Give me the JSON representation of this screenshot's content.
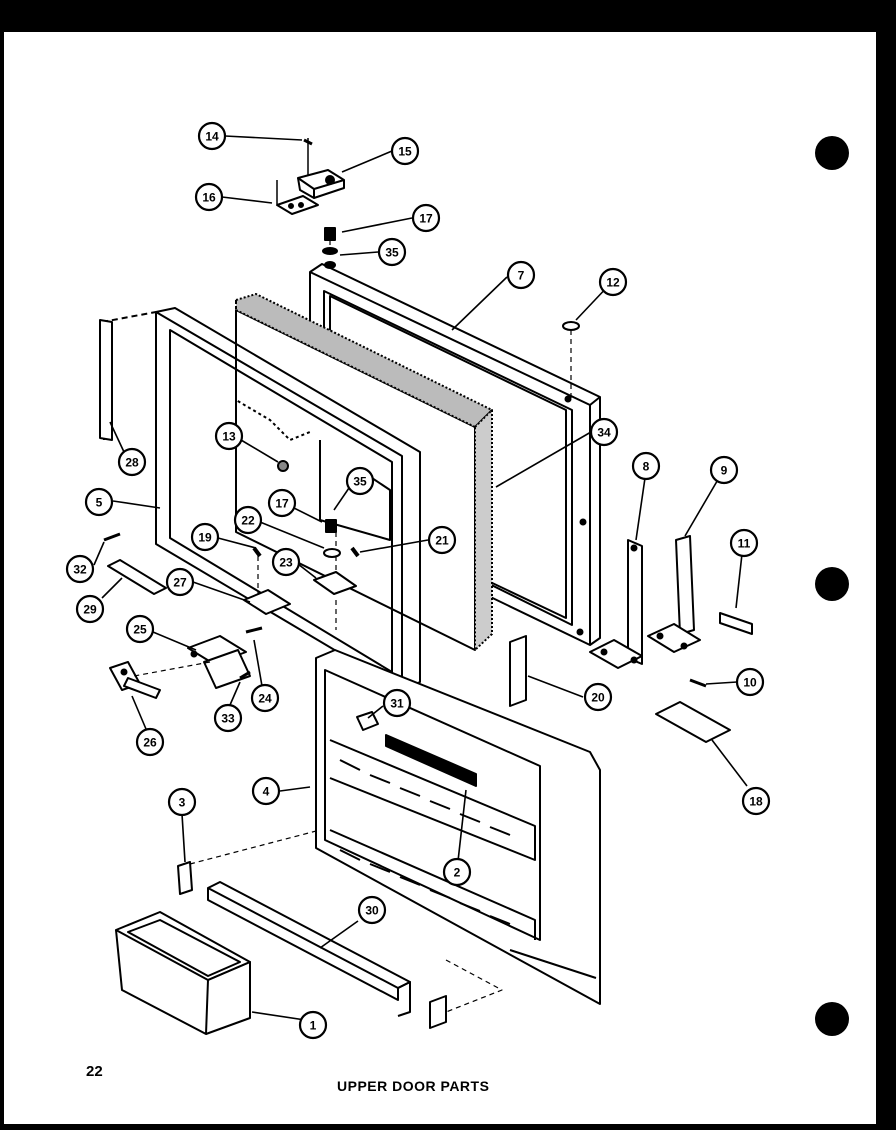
{
  "page": {
    "number": "22",
    "title": "UPPER DOOR PARTS"
  },
  "colors": {
    "paper": "#ffffff",
    "ink": "#000000",
    "border": "#000000"
  },
  "callouts": [
    {
      "label": "1"
    },
    {
      "label": "2"
    },
    {
      "label": "3"
    },
    {
      "label": "4"
    },
    {
      "label": "5"
    },
    {
      "label": "7"
    },
    {
      "label": "8"
    },
    {
      "label": "9"
    },
    {
      "label": "10"
    },
    {
      "label": "11"
    },
    {
      "label": "12"
    },
    {
      "label": "13"
    },
    {
      "label": "14"
    },
    {
      "label": "15"
    },
    {
      "label": "16"
    },
    {
      "label": "17"
    },
    {
      "label": "35"
    },
    {
      "label": "34"
    },
    {
      "label": "28"
    },
    {
      "label": "35"
    },
    {
      "label": "17"
    },
    {
      "label": "22"
    },
    {
      "label": "21"
    },
    {
      "label": "19"
    },
    {
      "label": "23"
    },
    {
      "label": "32"
    },
    {
      "label": "27"
    },
    {
      "label": "29"
    },
    {
      "label": "25"
    },
    {
      "label": "24"
    },
    {
      "label": "33"
    },
    {
      "label": "26"
    },
    {
      "label": "31"
    },
    {
      "label": "20"
    },
    {
      "label": "18"
    },
    {
      "label": "30"
    }
  ]
}
